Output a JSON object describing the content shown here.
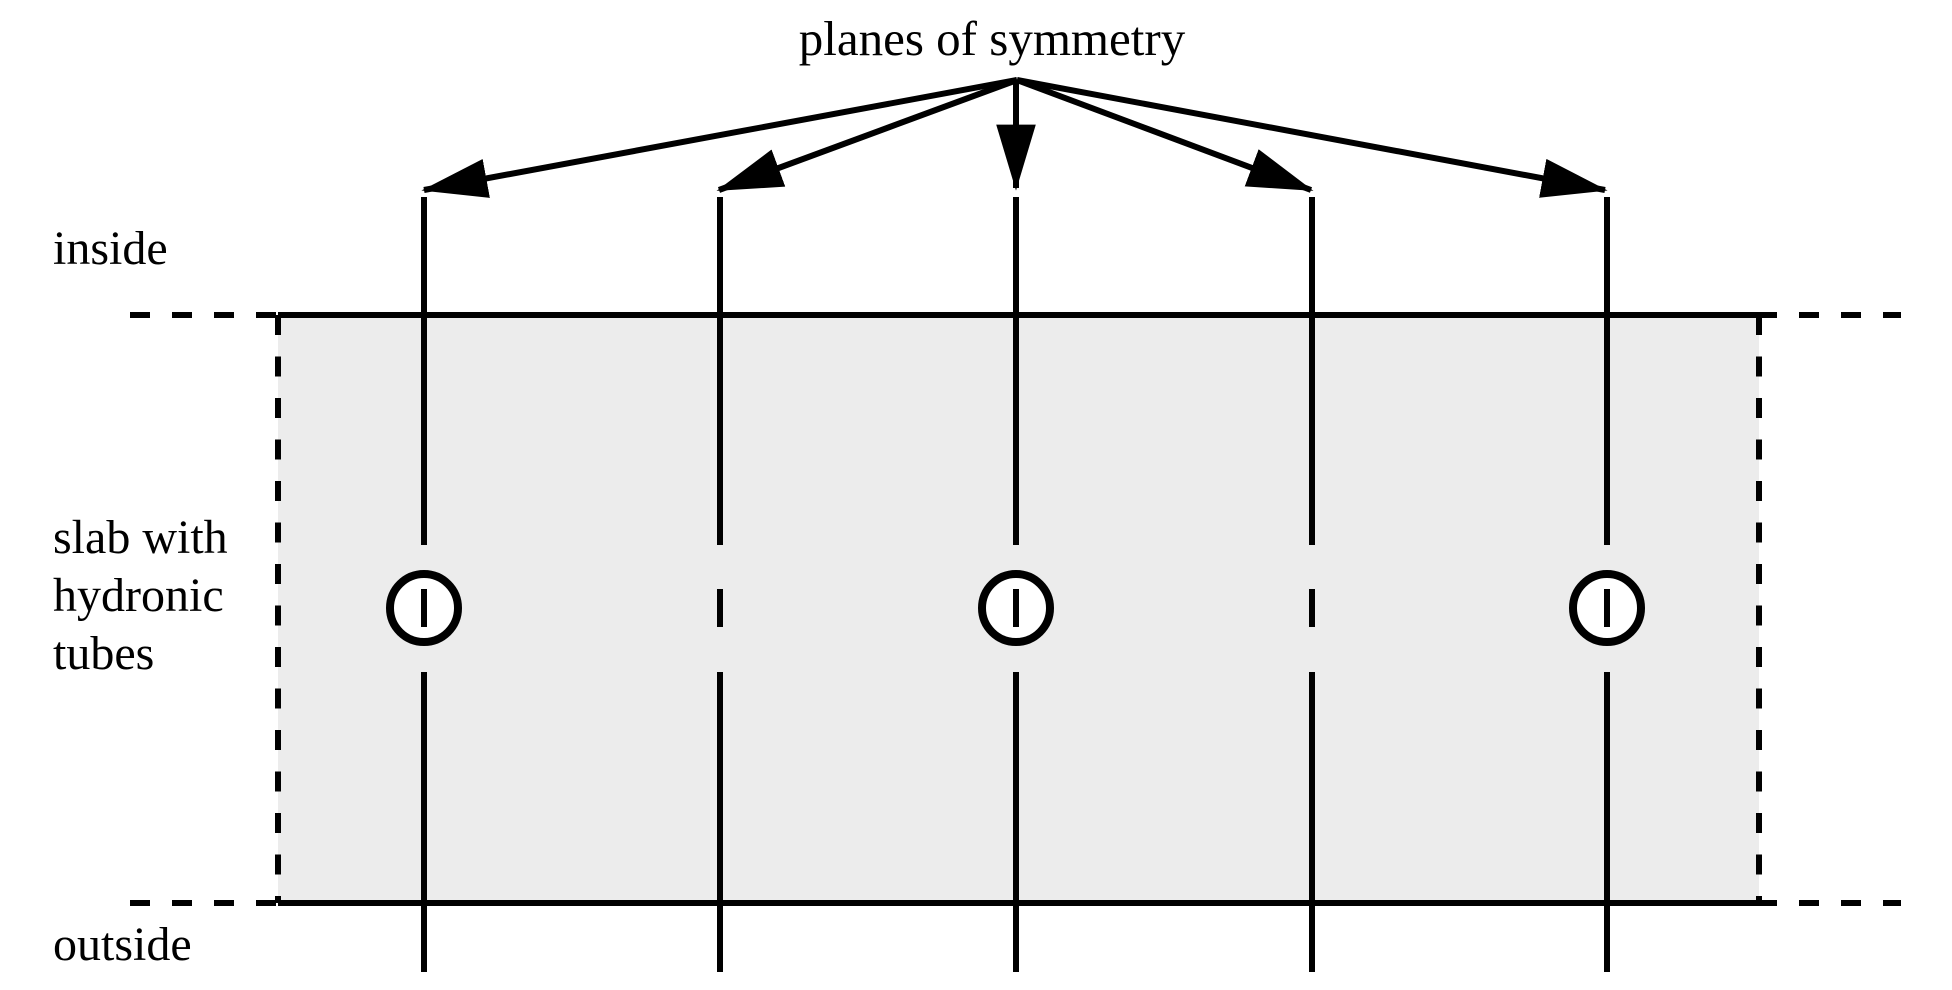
{
  "title": "planes of symmetry",
  "labels": {
    "inside": "inside",
    "slab_lines": [
      "slab with",
      "hydronic",
      "tubes"
    ],
    "outside": "outside"
  },
  "colors": {
    "line": "#000000",
    "slab_fill": "#ececec",
    "tube_fill": "#ffffff",
    "background": "#ffffff"
  },
  "structure": {
    "symmetry_plane_count": 5,
    "tube_count": 3
  }
}
